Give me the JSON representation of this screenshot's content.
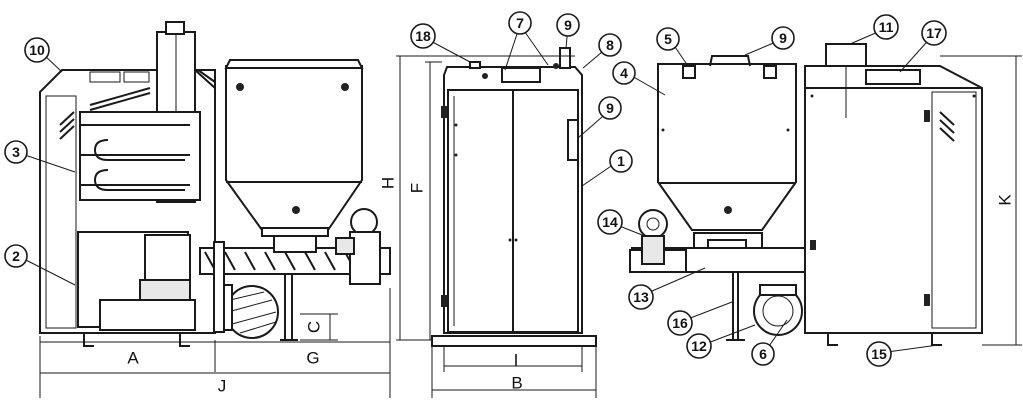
{
  "callouts": {
    "c1": "1",
    "c2": "2",
    "c3": "3",
    "c4": "4",
    "c5": "5",
    "c6": "6",
    "c7": "7",
    "c8": "8",
    "c9a": "9",
    "c9b": "9",
    "c9c": "9",
    "c10": "10",
    "c11": "11",
    "c12": "12",
    "c13": "13",
    "c14": "14",
    "c15": "15",
    "c16": "16",
    "c17": "17",
    "c18": "18"
  },
  "dimensions": {
    "A": "A",
    "B": "B",
    "C": "C",
    "F": "F",
    "G": "G",
    "H": "H",
    "I": "I",
    "J": "J",
    "K": "K"
  }
}
